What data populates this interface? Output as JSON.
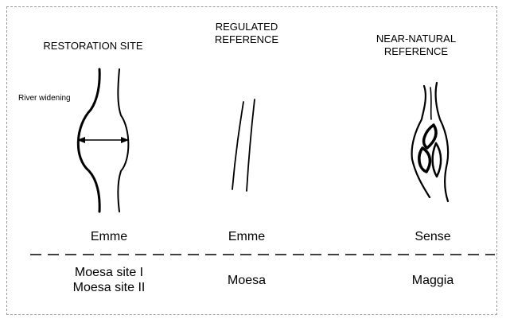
{
  "columns": [
    {
      "header": [
        "RESTORATION SITE"
      ],
      "upper_river": "Emme",
      "lower_rivers": [
        "Moesa site I",
        "Moesa site II"
      ]
    },
    {
      "header": [
        "REGULATED",
        "REFERENCE"
      ],
      "upper_river": "Emme",
      "lower_rivers": [
        "Moesa"
      ]
    },
    {
      "header": [
        "NEAR-NATURAL",
        "REFERENCE"
      ],
      "upper_river": "Sense",
      "lower_rivers": [
        "Maggia"
      ]
    }
  ],
  "annotation": "River widening"
}
